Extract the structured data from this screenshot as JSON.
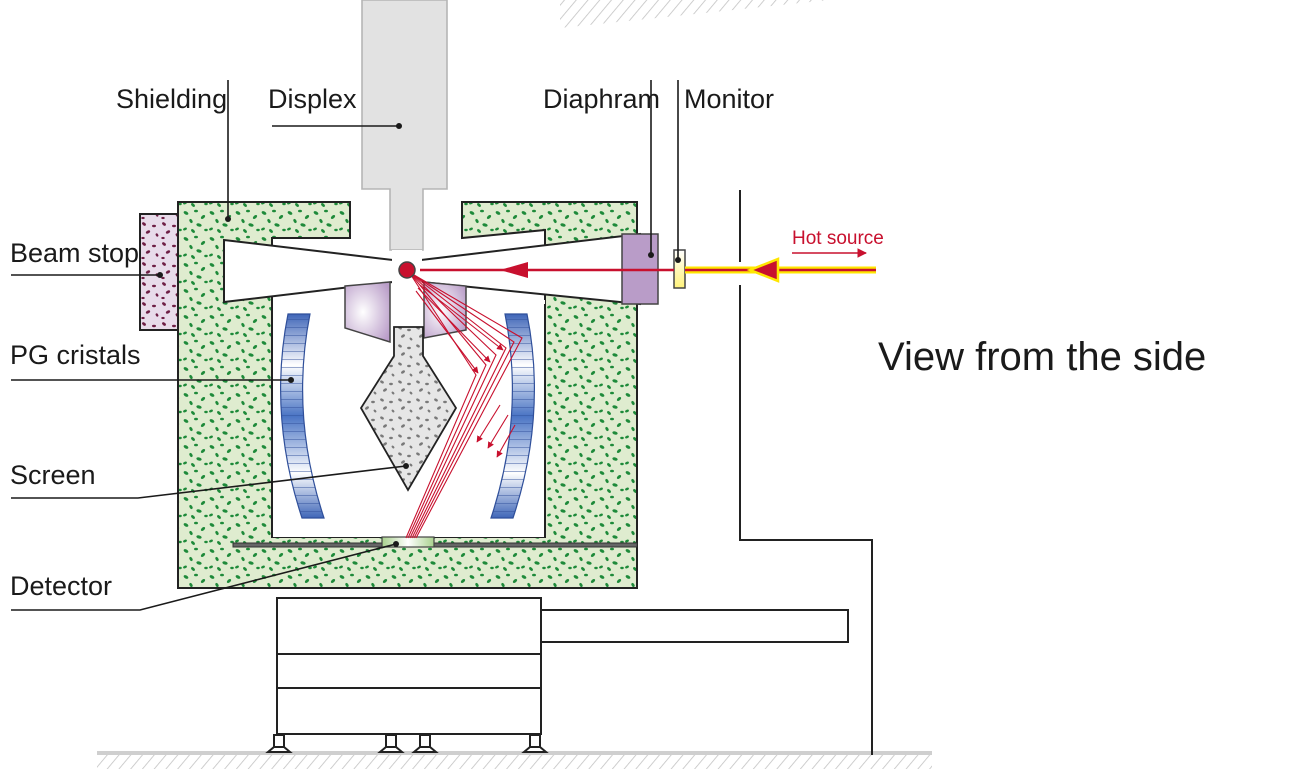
{
  "title": "View from the side",
  "labels": {
    "shielding": "Shielding",
    "displex": "Displex",
    "diaphram": "Diaphram",
    "monitor": "Monitor",
    "beam_stop": "Beam stop",
    "pg_cristals": "PG cristals",
    "screen": "Screen",
    "detector": "Detector",
    "hot_source": "Hot source"
  },
  "colors": {
    "shielding_fill": "#dfeccf",
    "shielding_speckle": "#1e8a3a",
    "beam_stop_fill": "#e8dcea",
    "beam_stop_speckle": "#6e1f45",
    "beam": "#c8102e",
    "beam_glow": "#ffe600",
    "crystal": "#4a74c4",
    "diaphram": "#b99cc8",
    "displex": "#e2e2e2",
    "screen_fill": "#e6e6e6",
    "screen_speckle": "#7a7a7a",
    "detector": "#a9d18e"
  }
}
